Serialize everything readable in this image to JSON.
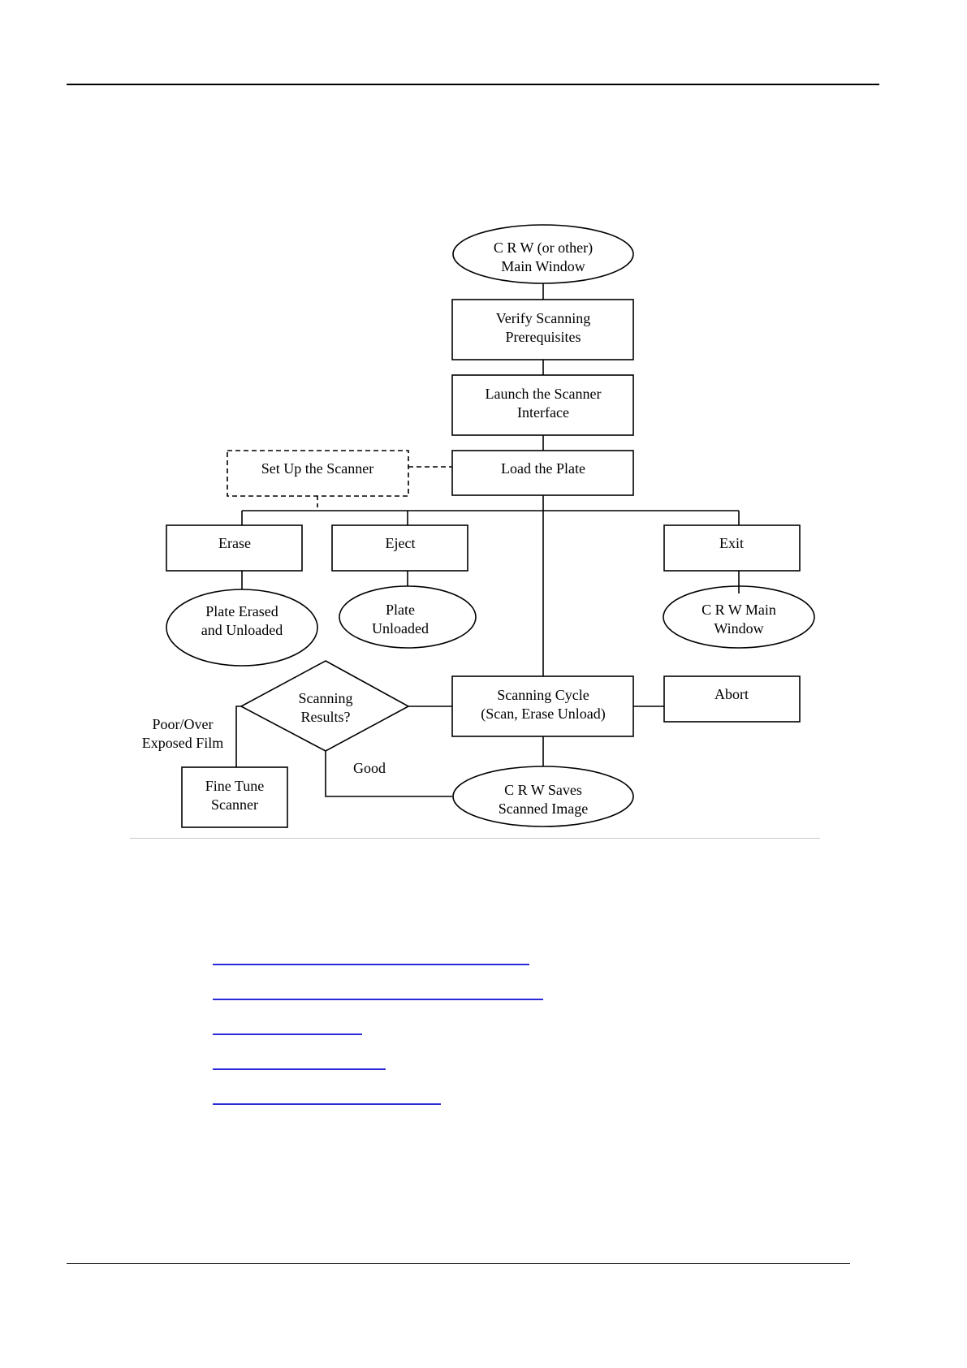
{
  "diagram": {
    "nodes": {
      "crw_main_window": {
        "line1": "C R W (or other)",
        "line2": "Main Window"
      },
      "verify_prereq": {
        "line1": "Verify Scanning",
        "line2": "Prerequisites"
      },
      "launch_interface": {
        "line1": "Launch the Scanner",
        "line2": "Interface"
      },
      "load_plate": {
        "line1": "Load the Plate"
      },
      "setup_scanner": {
        "line1": "Set Up the Scanner"
      },
      "erase": {
        "line1": "Erase"
      },
      "eject": {
        "line1": "Eject"
      },
      "exit": {
        "line1": "Exit"
      },
      "plate_erased": {
        "line1": "Plate Erased",
        "line2": "and Unloaded"
      },
      "plate_unloaded": {
        "line1": "Plate",
        "line2": "Unloaded"
      },
      "crw_main_window_2": {
        "line1": "C R W Main",
        "line2": "Window"
      },
      "scanning_results": {
        "line1": "Scanning",
        "line2": "Results?"
      },
      "scanning_cycle": {
        "line1": "Scanning Cycle",
        "line2": "(Scan, Erase Unload)"
      },
      "abort": {
        "line1": "Abort"
      },
      "fine_tune": {
        "line1": "Fine Tune",
        "line2": "Scanner"
      },
      "crw_saves": {
        "line1": "C R W Saves",
        "line2": "Scanned Image"
      }
    },
    "labels": {
      "poor_line1": "Poor/Over",
      "poor_line2": "Exposed Film",
      "good": "Good"
    }
  },
  "links_color": "#2a2ad8"
}
